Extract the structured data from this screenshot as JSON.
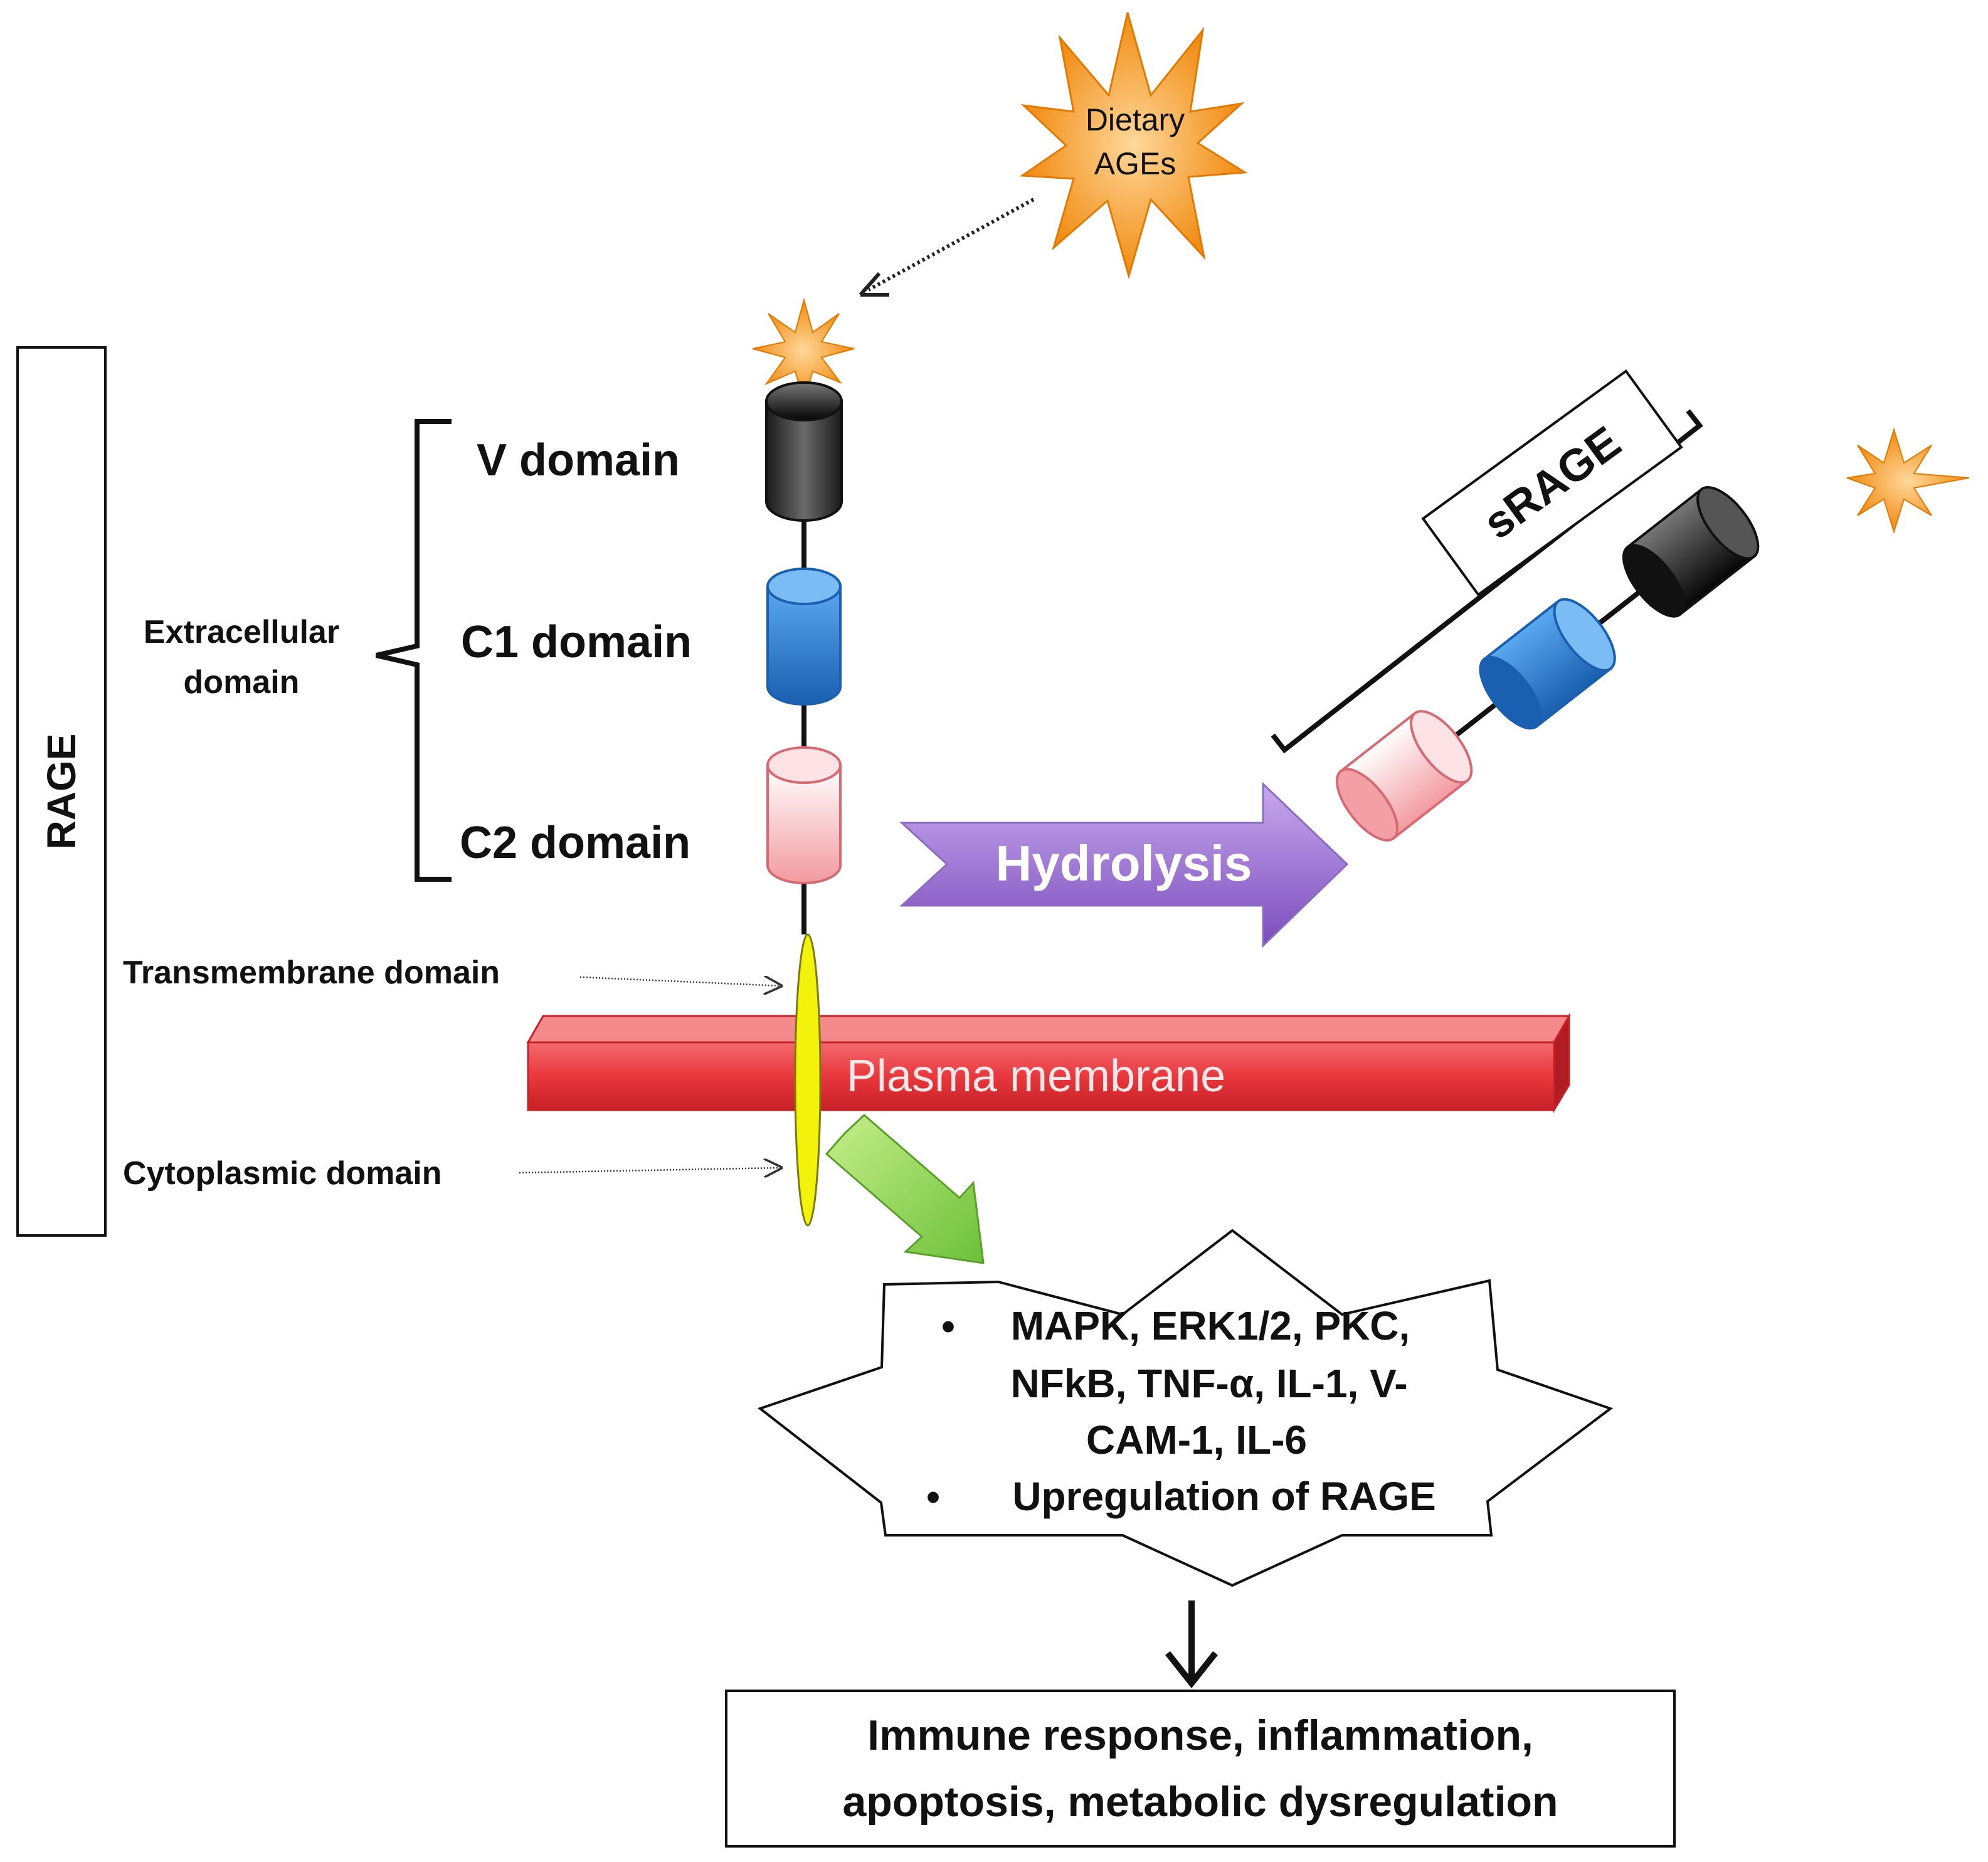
{
  "rage_label": "RAGE",
  "dietary_ages": {
    "line1": "Dietary",
    "line2": "AGEs"
  },
  "extracellular_label": {
    "line1": "Extracellular",
    "line2": "domain"
  },
  "domains": {
    "v": "V domain",
    "c1": "C1 domain",
    "c2": "C2 domain"
  },
  "transmembrane_label": "Transmembrane domain",
  "cytoplasmic_label": "Cytoplasmic domain",
  "plasma_membrane": "Plasma membrane",
  "hydrolysis": "Hydrolysis",
  "srage": "sRAGE",
  "signaling": {
    "line1": "MAPK, ERK1/2, PKC,",
    "line2": "NFkB, TNF-α, IL-1, V-",
    "line3": "CAM-1, IL-6",
    "line4": "Upregulation of RAGE",
    "bullet": "•"
  },
  "outcome": {
    "line1": "Immune response, inflammation,",
    "line2": "apoptosis, metabolic dysregulation"
  },
  "colors": {
    "v_domain": "#3a3a3a",
    "c1_domain": "#2f7fd6",
    "c2_domain": "#f3a6ab",
    "transmembrane": "#f2f20a",
    "membrane": "#e8383d",
    "hydrolysis_arrow": "#9a6fd0",
    "signal_arrow": "#8fd14f",
    "star": "#f7931e"
  }
}
